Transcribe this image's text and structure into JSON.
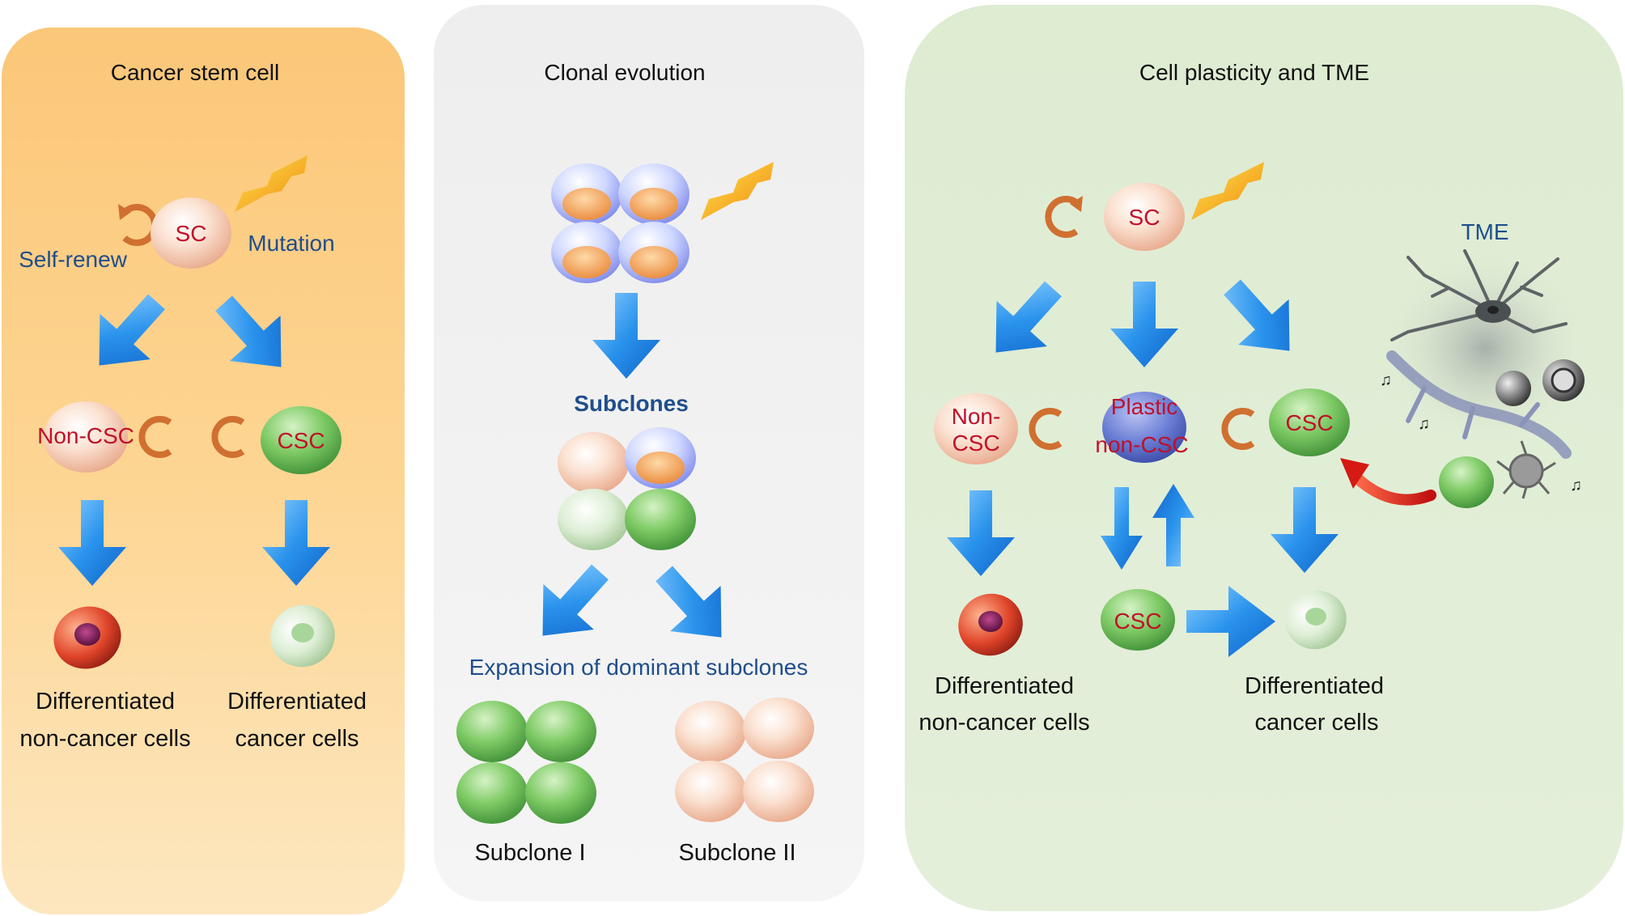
{
  "panels": {
    "csc": {
      "title": "Cancer stem cell",
      "sc": "SC",
      "self_renew": "Self-renew",
      "mutation": "Mutation",
      "non_csc": "Non-CSC",
      "csc": "CSC",
      "diff_noncancer_1": "Differentiated",
      "diff_noncancer_2": "non-cancer cells",
      "diff_cancer_1": "Differentiated",
      "diff_cancer_2": "cancer cells"
    },
    "clonal": {
      "title": "Clonal evolution",
      "subclones": "Subclones",
      "expansion": "Expansion of dominant subclones",
      "subclone_1": "Subclone I",
      "subclone_2": "Subclone II"
    },
    "plasticity": {
      "title": "Cell plasticity and TME",
      "sc": "SC",
      "tme": "TME",
      "non_csc_1": "Non-",
      "non_csc_2": "CSC",
      "plastic_1": "Plastic",
      "plastic_2": "non-CSC",
      "csc_top": "CSC",
      "csc_bottom": "CSC",
      "diff_noncancer_1": "Differentiated",
      "diff_noncancer_2": "non-cancer cells",
      "diff_cancer_1": "Differentiated",
      "diff_cancer_2": "cancer cells"
    }
  },
  "colors": {
    "panel1": "#fcd48a",
    "panel2": "#f1f1f1",
    "panel3": "#e0edd6",
    "arrow": "#1e88e5",
    "cell_label": "#c0102a",
    "blue_text": "#1f4e8c",
    "title_text": "#111111",
    "renew_arrow": "#d07030"
  }
}
